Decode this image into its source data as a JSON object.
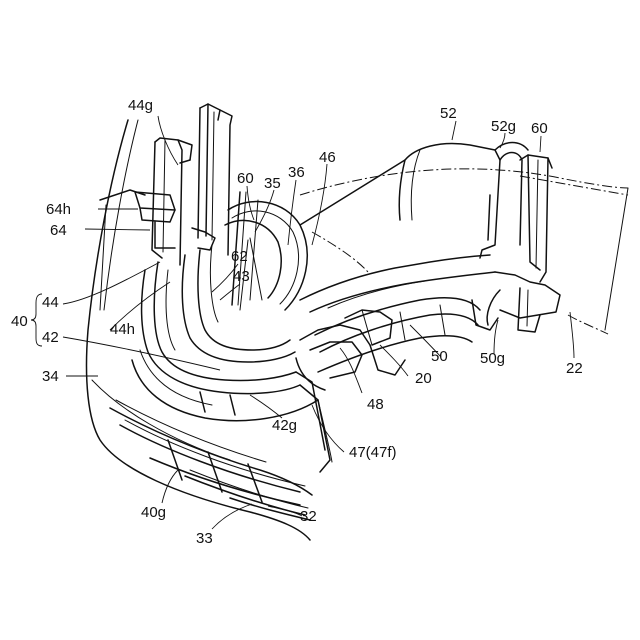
{
  "figure": {
    "callouts": [
      {
        "id": "44g",
        "text": "44g"
      },
      {
        "id": "52",
        "text": "52"
      },
      {
        "id": "52g",
        "text": "52g"
      },
      {
        "id": "60a",
        "text": "60"
      },
      {
        "id": "46",
        "text": "46"
      },
      {
        "id": "60b",
        "text": "60"
      },
      {
        "id": "35",
        "text": "35"
      },
      {
        "id": "36",
        "text": "36"
      },
      {
        "id": "64h",
        "text": "64h"
      },
      {
        "id": "64",
        "text": "64"
      },
      {
        "id": "62",
        "text": "62"
      },
      {
        "id": "43",
        "text": "43"
      },
      {
        "id": "40",
        "text": "40"
      },
      {
        "id": "44",
        "text": "44"
      },
      {
        "id": "44h",
        "text": "44h"
      },
      {
        "id": "42",
        "text": "42"
      },
      {
        "id": "34",
        "text": "34"
      },
      {
        "id": "50",
        "text": "50"
      },
      {
        "id": "50g",
        "text": "50g"
      },
      {
        "id": "22",
        "text": "22"
      },
      {
        "id": "20",
        "text": "20"
      },
      {
        "id": "48",
        "text": "48"
      },
      {
        "id": "42g",
        "text": "42g"
      },
      {
        "id": "47",
        "text": "47(47f)"
      },
      {
        "id": "40g",
        "text": "40g"
      },
      {
        "id": "32",
        "text": "32"
      },
      {
        "id": "33",
        "text": "33"
      }
    ]
  }
}
